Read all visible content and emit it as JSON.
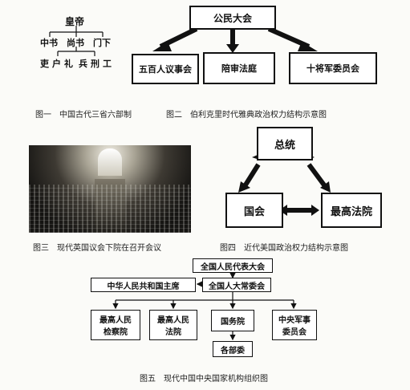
{
  "fig1": {
    "emperor": "皇帝",
    "sheng": [
      "中书",
      "尚书",
      "门下"
    ],
    "bu_left": "吏户礼",
    "bu_right": "兵刑工",
    "caption": "图一　中国古代三省六部制"
  },
  "fig2": {
    "top": "公民大会",
    "left": "五百人议事会",
    "mid": "陪审法庭",
    "right": "十将军委员会",
    "caption": "图二　伯利克里时代雅典政治权力结构示意图"
  },
  "fig3": {
    "caption": "图三　现代英国议会下院在召开会议"
  },
  "fig4": {
    "top": "总统",
    "left": "国会",
    "right": "最高法院",
    "caption": "图四　近代美国政治权力结构示意图"
  },
  "fig5": {
    "npc": "全国人民代表大会",
    "president": "中华人民共和国主席",
    "standing": "全国人大常委会",
    "procuratorate": "最高人民检察院",
    "court": "最高人民法院",
    "state_council": "国务院",
    "military": "中央军事委员会",
    "ministries": "各部委",
    "caption": "图五　现代中国中央国家机构组织图"
  }
}
